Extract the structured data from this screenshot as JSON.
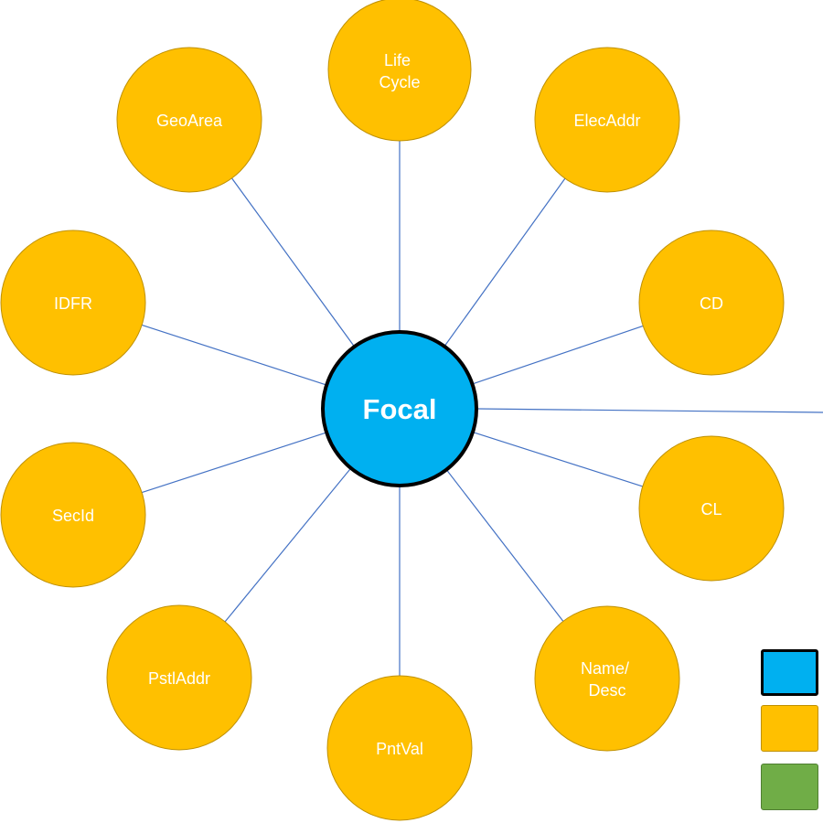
{
  "diagram": {
    "focal": {
      "label": "Focal",
      "color": "#00B0F0",
      "border": "#000000"
    },
    "line_color": "#4472C4",
    "satellite_color": "#FFC000",
    "satellite_border": "#BF9000",
    "satellites": [
      {
        "id": "life-cycle",
        "lines": [
          "Life",
          "Cycle"
        ]
      },
      {
        "id": "elec-addr",
        "lines": [
          "ElecAddr"
        ]
      },
      {
        "id": "cd",
        "lines": [
          "CD"
        ]
      },
      {
        "id": "cl",
        "lines": [
          "CL"
        ]
      },
      {
        "id": "name-desc",
        "lines": [
          "Name/",
          "Desc"
        ]
      },
      {
        "id": "pnt-val",
        "lines": [
          "PntVal"
        ]
      },
      {
        "id": "pstl-addr",
        "lines": [
          "PstlAddr"
        ]
      },
      {
        "id": "sec-id",
        "lines": [
          "SecId"
        ]
      },
      {
        "id": "idfr",
        "lines": [
          "IDFR"
        ]
      },
      {
        "id": "geo-area",
        "lines": [
          "GeoArea"
        ]
      }
    ]
  },
  "legend": [
    {
      "id": "focal",
      "color": "#00B0F0",
      "border": "#000000"
    },
    {
      "id": "satellite",
      "color": "#FFC000",
      "border": "#BF9000"
    },
    {
      "id": "other",
      "color": "#70AD47",
      "border": "#507E32"
    }
  ]
}
